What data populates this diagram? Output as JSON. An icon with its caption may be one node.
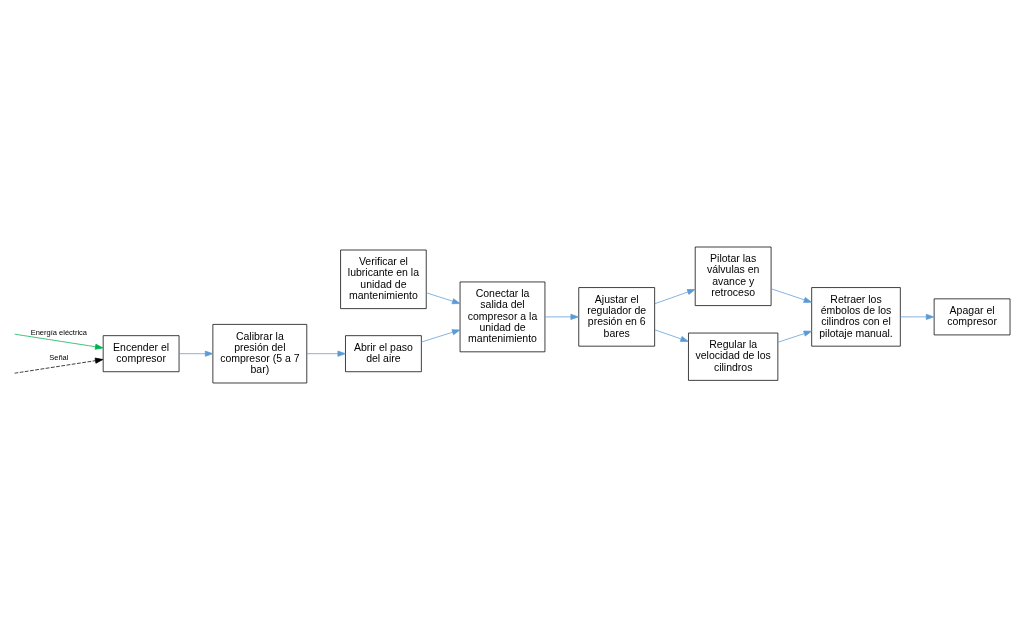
{
  "diagram": {
    "nodes": [
      {
        "text": [
          "Encender el compresor"
        ]
      },
      {
        "text": [
          "Calibrar la presión del compresor (5 a 7 bar)"
        ]
      },
      {
        "text": [
          "Abrir el paso del aire"
        ]
      },
      {
        "text": [
          "Conectar la salida del compresor a la unidad de mantenimiento"
        ]
      },
      {
        "text": [
          "Verificar el lubricante en la unidad de mantenimiento"
        ]
      },
      {
        "text": [
          "Pilotar las válvulas en avance y retroceso"
        ]
      },
      {
        "text": [
          "Ajustar el regulador de presión en 6 bares"
        ]
      },
      {
        "text": [
          "Apagar el compresor"
        ]
      },
      {
        "text": [
          "Retraer los émbolos de los cilindros con el pilotaje manual."
        ]
      },
      {
        "text": [
          "Regular la velocidad de los cilindros"
        ]
      }
    ],
    "edges": [
      {
        "from": null,
        "to": 0,
        "arrow": "to",
        "label": "Energía eléctrica",
        "color": "#00b050"
      },
      {
        "from": null,
        "to": 0,
        "arrow": "to",
        "label": "Señal",
        "style": "dashed",
        "color": "#000000"
      },
      {
        "from": 0,
        "to": 1,
        "arrow": "to"
      },
      {
        "from": 1,
        "to": 2,
        "arrow": "to"
      },
      {
        "from": 2,
        "to": 3,
        "arrow": "to"
      },
      {
        "from": 4,
        "to": 3,
        "arrow": "to"
      },
      {
        "from": 3,
        "to": 6,
        "arrow": "to"
      },
      {
        "from": 6,
        "to": 5,
        "arrow": "to"
      },
      {
        "from": 6,
        "to": 9,
        "arrow": "to"
      },
      {
        "from": 5,
        "to": 8,
        "arrow": "to"
      },
      {
        "from": 9,
        "to": 8,
        "arrow": "to"
      },
      {
        "from": 8,
        "to": 7,
        "arrow": "to"
      }
    ]
  }
}
